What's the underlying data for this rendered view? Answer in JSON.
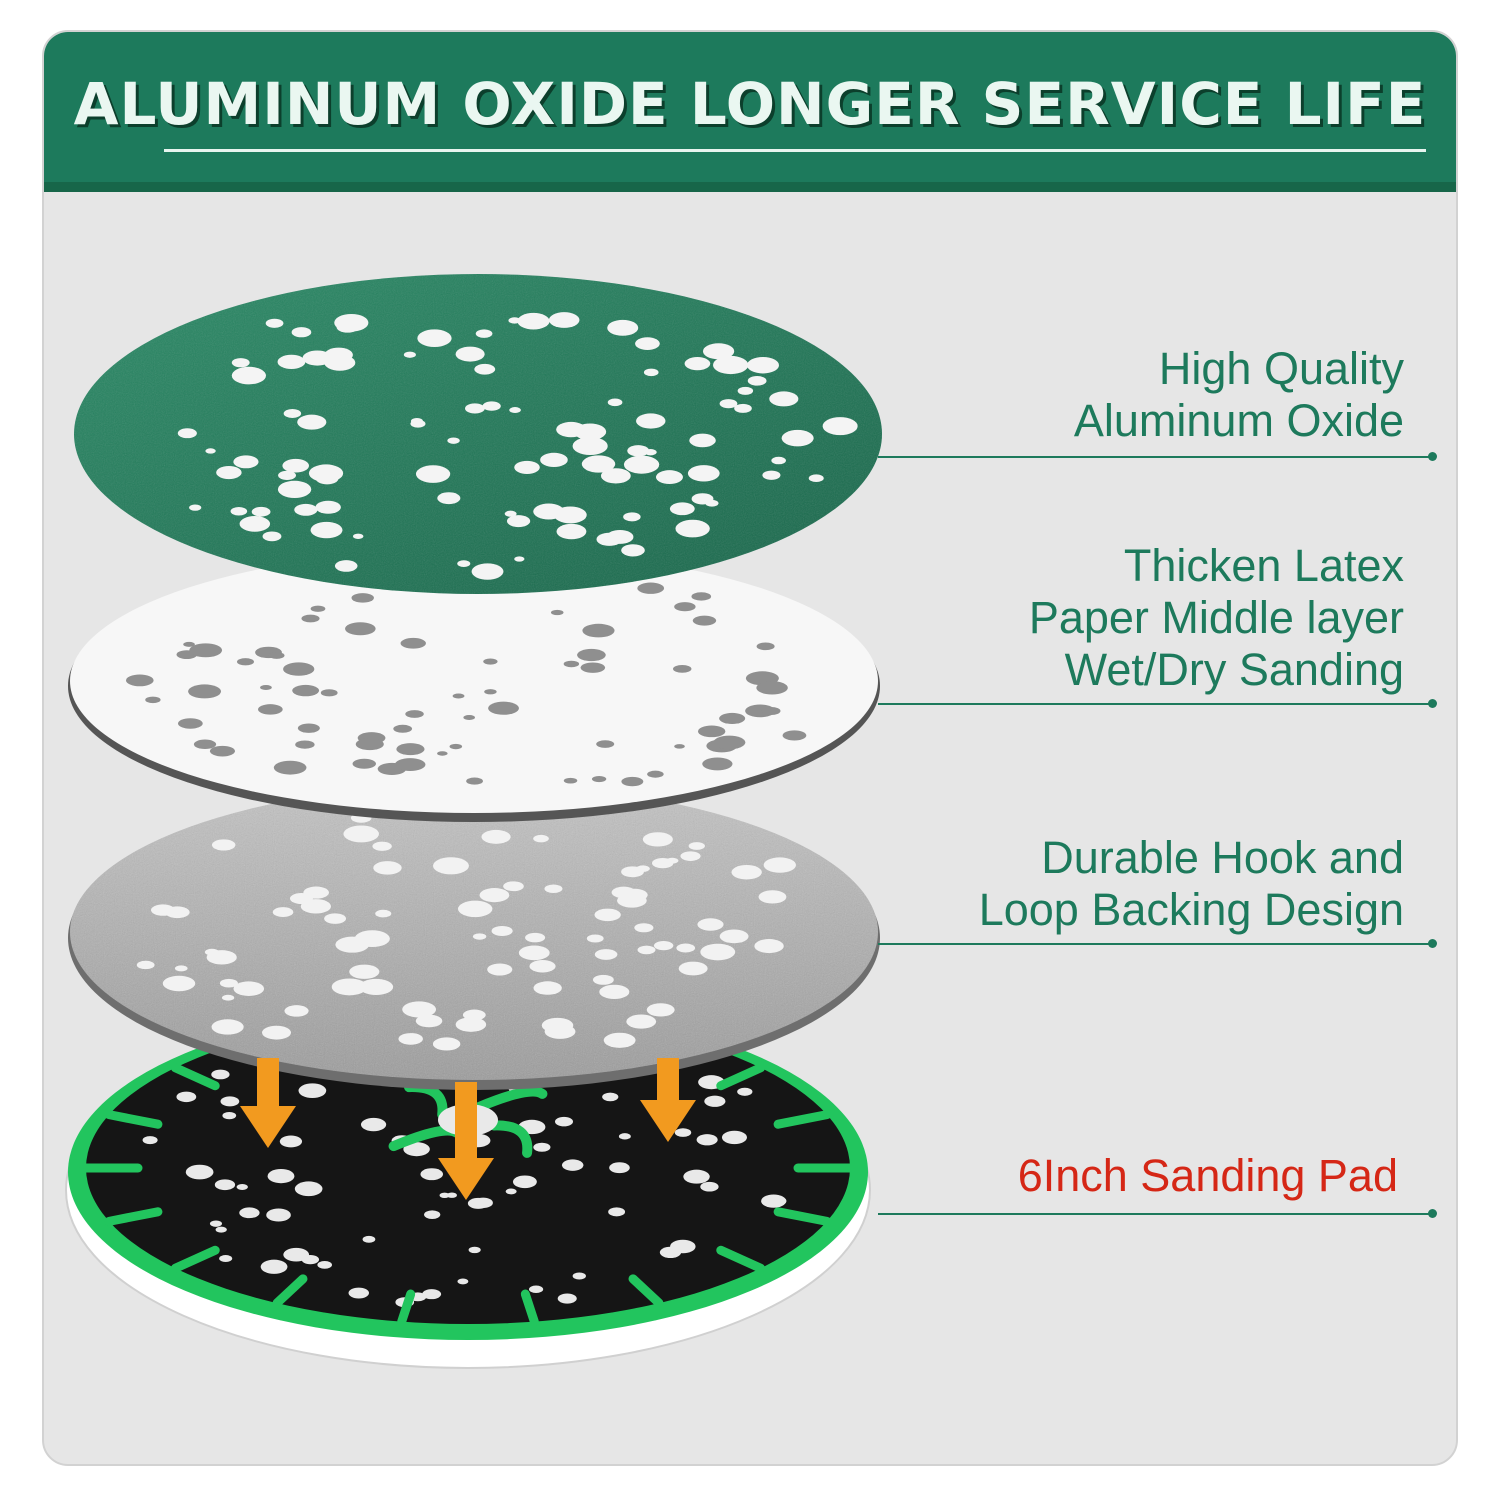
{
  "title": "ALUMINUM OXIDE LONGER SERVICE LIFE",
  "features": [
    {
      "lines": [
        "High Quality",
        "Aluminum Oxide"
      ],
      "color": "#1d7a5c"
    },
    {
      "lines": [
        "Thicken Latex",
        "Paper Middle layer",
        "Wet/Dry Sanding"
      ],
      "color": "#1d7a5c"
    },
    {
      "lines": [
        "Durable Hook and",
        "Loop Backing Design"
      ],
      "color": "#1d7a5c"
    },
    {
      "lines": [
        "6Inch Sanding Pad"
      ],
      "color": "#d52716"
    }
  ],
  "layers": [
    {
      "name": "green-abrasive-disc",
      "color": "#1f7a59"
    },
    {
      "name": "white-latex-paper-layer",
      "color": "#f5f5f5"
    },
    {
      "name": "grey-hook-loop-backing",
      "color": "#a9a9a9"
    },
    {
      "name": "black-sanding-pad",
      "color": "#151515",
      "accent": "#22c55e"
    }
  ],
  "colors": {
    "brand_green": "#1d7a5c",
    "arrow_orange": "#f29a1f",
    "panel_gray": "#e6e6e6"
  }
}
